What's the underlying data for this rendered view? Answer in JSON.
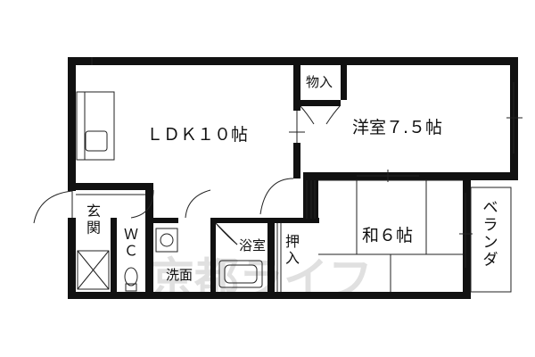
{
  "rooms": {
    "ldk": "ＬＤＫ１０帖",
    "youshitsu": "洋室７.５帖",
    "washitsu": "和６帖",
    "storage_top": "物入",
    "oshiire": "押入",
    "genkan": "玄関",
    "wc": "ＷＣ",
    "senmen": "洗面",
    "yokushitsu": "浴室",
    "veranda": "ベランダ"
  },
  "watermark": "京都ライフ",
  "colors": {
    "wall": "#111111",
    "line": "#222222",
    "watermark": "#c8c8c8"
  }
}
